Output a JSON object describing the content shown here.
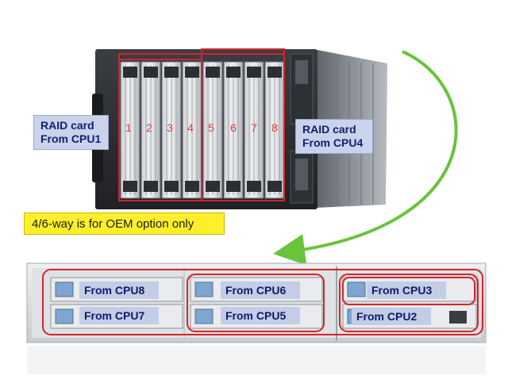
{
  "chassis": {
    "left_raid_label": [
      "RAID card",
      "From CPU1"
    ],
    "right_raid_label": [
      "RAID card",
      "From CPU4"
    ],
    "slot_numbers": [
      "1",
      "2",
      "3",
      "4",
      "5",
      "6",
      "7",
      "8"
    ]
  },
  "note": "4/6-way is for OEM option only",
  "rack": {
    "modules": [
      {
        "label": "From CPU8"
      },
      {
        "label": "From CPU7"
      },
      {
        "label": "From CPU6"
      },
      {
        "label": "From CPU5"
      },
      {
        "label": "From CPU3"
      },
      {
        "label": "From CPU2"
      }
    ]
  },
  "colors": {
    "highlight": "#d3252b",
    "arrow": "#6ac33b",
    "note_bg": "#ffef2a",
    "label_bg": "#c9d3ec",
    "label_text": "#14206e"
  }
}
